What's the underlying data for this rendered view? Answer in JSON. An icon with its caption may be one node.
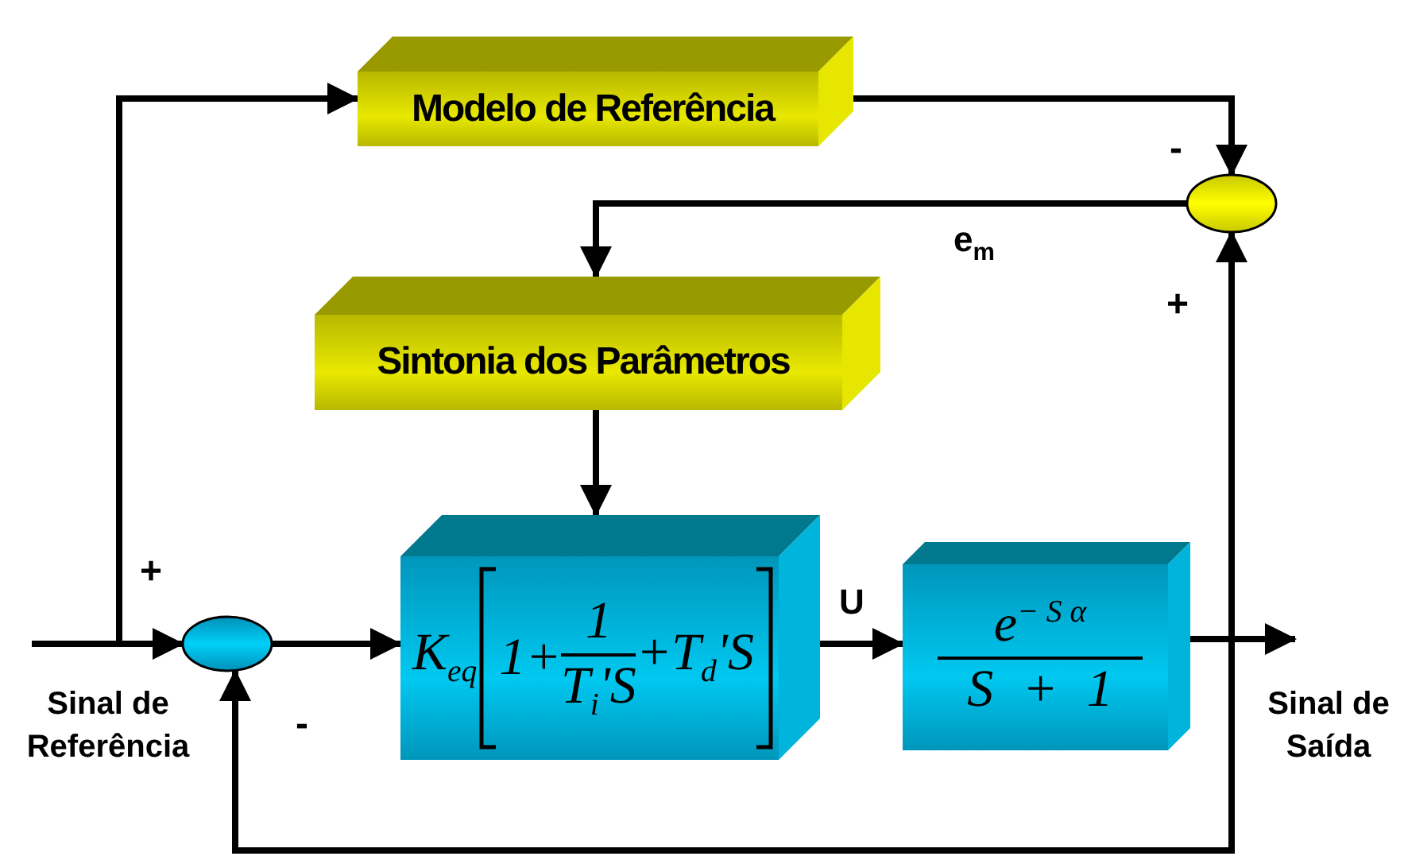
{
  "diagram": {
    "nodes": [
      {
        "text": [
          "Modelo de Referência"
        ]
      },
      {
        "text": [
          "Sintonia dos Parâmetros"
        ]
      },
      {
        "text": [
          "K$_{eq}$",
          "1+",
          "1",
          "T$_{i}$'S",
          "+T$_{d}$'S"
        ]
      },
      {
        "text": [
          "e$^{− S α}$",
          "S + 1"
        ]
      },
      {
        "text": [],
        "shape": "circle"
      },
      {
        "text": [],
        "shape": "circle"
      }
    ],
    "edges": [
      {
        "from": null,
        "to": 4,
        "arrow": "to"
      },
      {
        "from": 4,
        "to": 2,
        "arrow": "to"
      },
      {
        "from": 2,
        "to": 3,
        "arrow": "to",
        "label": "U"
      },
      {
        "from": 3,
        "to": null,
        "arrow": "to"
      },
      {
        "from": 3,
        "to": 4,
        "arrow": "to"
      },
      {
        "from": 3,
        "to": 5,
        "arrow": "to"
      },
      {
        "from": null,
        "to": 0,
        "arrow": "to"
      },
      {
        "from": 0,
        "to": 5,
        "arrow": "to"
      },
      {
        "from": 5,
        "to": 1,
        "arrow": "to",
        "label": "e$_{m}$"
      },
      {
        "from": 1,
        "to": 2,
        "arrow": "to"
      }
    ],
    "labels": [
      "+",
      "-",
      "-",
      "+",
      "Sinal de Referência",
      "Sinal de Saída"
    ]
  }
}
